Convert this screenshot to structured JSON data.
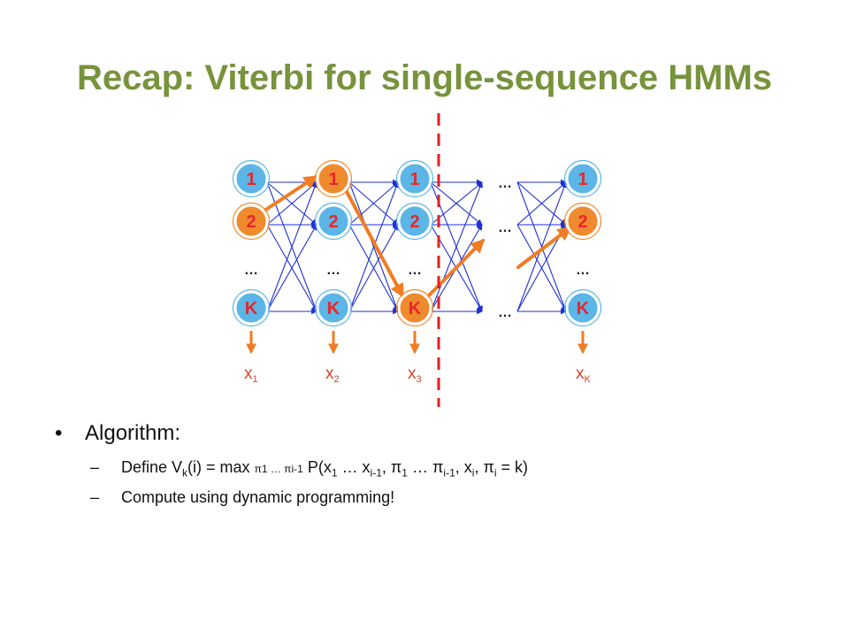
{
  "slide": {
    "title": "Recap: Viterbi for single-sequence HMMs"
  },
  "diagram": {
    "nodes": [
      {
        "col": 0,
        "labels": [
          "1",
          "2",
          "…",
          "K"
        ]
      },
      {
        "col": 1,
        "labels": [
          "1",
          "2",
          "…",
          "K"
        ]
      },
      {
        "col": 2,
        "labels": [
          "1",
          "2",
          "…",
          "K"
        ]
      },
      {
        "col": 3,
        "labels": [
          "…",
          "…",
          "…"
        ]
      },
      {
        "col": 4,
        "labels": [
          "1",
          "2",
          "…",
          "K"
        ]
      }
    ],
    "observations": [
      {
        "base": "x",
        "sub": "1"
      },
      {
        "base": "x",
        "sub": "2"
      },
      {
        "base": "x",
        "sub": "3"
      },
      {
        "base": "x",
        "sub": "K"
      }
    ],
    "colors": {
      "title": "#77933C",
      "node_fill_blue": "#5BB5E6",
      "node_fill_orange": "#F08A2E",
      "node_text": "#E8262C",
      "edge": "#1F2FD6",
      "path": "#F07C23",
      "divider": "#E02020"
    }
  },
  "bullets": {
    "b1": {
      "mark": "•",
      "text": "Algorithm:"
    },
    "b2": {
      "mark": "–"
    },
    "b3": {
      "mark": "–",
      "text": "Compute using dynamic programming!"
    }
  }
}
